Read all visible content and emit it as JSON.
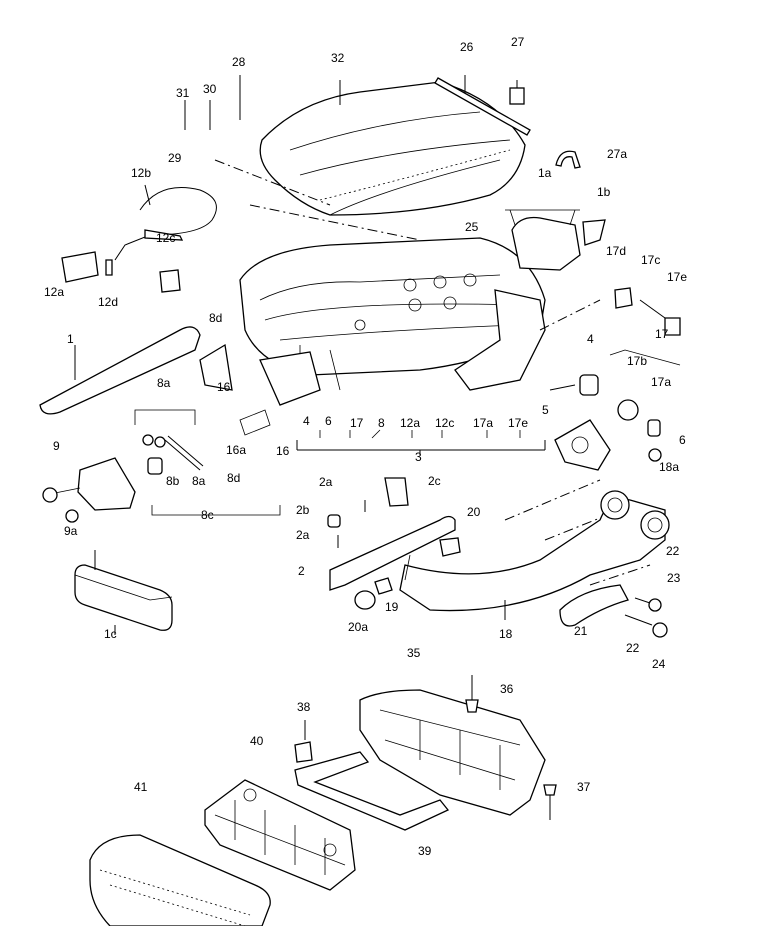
{
  "labels": {
    "l32": "32",
    "l26": "26",
    "l27": "27",
    "l28": "28",
    "l31": "31",
    "l30": "30",
    "l29": "29",
    "l27a": "27a",
    "l1a": "1a",
    "l1b": "1b",
    "l12b": "12b",
    "l12c": "12c",
    "l25": "25",
    "l17d": "17d",
    "l17c": "17c",
    "l17e_top": "17e",
    "l12a_left": "12a",
    "l12d": "12d",
    "l17_right": "17",
    "l8d_top": "8d",
    "l1": "1",
    "l4_right": "4",
    "l17b": "17b",
    "l17a_right": "17a",
    "l16_mid": "16",
    "l8a_left": "8a",
    "l5": "5",
    "l6_right": "6",
    "l16a": "16a",
    "l4_row": "4",
    "l6_row": "6",
    "l17_row": "17",
    "l8_row": "8",
    "l12a_row": "12a",
    "l12c_row": "12c",
    "l17a_row": "17a",
    "l17e_row": "17e",
    "l16_row": "16",
    "l3": "3",
    "l18a": "18a",
    "l9": "9",
    "l8b": "8b",
    "l8a_b": "8a",
    "l8d_b": "8d",
    "l2a_top": "2a",
    "l2c": "2c",
    "l9a": "9a",
    "l8c": "8c",
    "l2b": "2b",
    "l20": "20",
    "l2a_b": "2a",
    "l22_top": "22",
    "l2": "2",
    "l23": "23",
    "l19": "19",
    "l20a": "20a",
    "l1c": "1c",
    "l18": "18",
    "l21": "21",
    "l22_b": "22",
    "l24": "24",
    "l35": "35",
    "l36": "36",
    "l38": "38",
    "l40": "40",
    "l37": "37",
    "l41": "41",
    "l39": "39"
  }
}
